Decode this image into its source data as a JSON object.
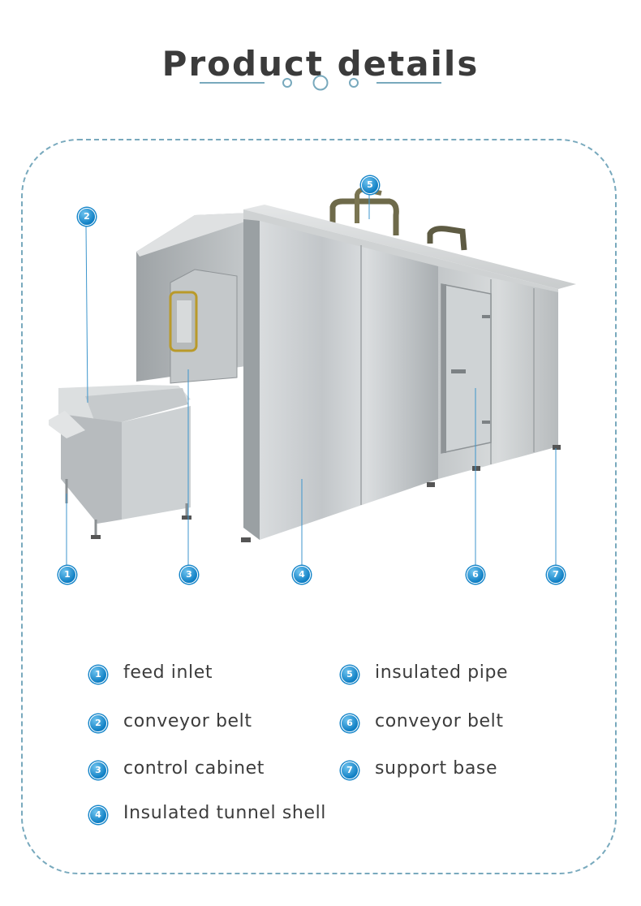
{
  "header": {
    "title": "Product details"
  },
  "callouts": [
    {
      "num": "1"
    },
    {
      "num": "2"
    },
    {
      "num": "3"
    },
    {
      "num": "4"
    },
    {
      "num": "5"
    },
    {
      "num": "6"
    },
    {
      "num": "7"
    }
  ],
  "legend": [
    {
      "num": "1",
      "label": "feed inlet"
    },
    {
      "num": "2",
      "label": "conveyor belt"
    },
    {
      "num": "3",
      "label": "control cabinet"
    },
    {
      "num": "4",
      "label": "Insulated tunnel shell"
    },
    {
      "num": "5",
      "label": "insulated pipe"
    },
    {
      "num": "6",
      "label": "conveyor belt"
    },
    {
      "num": "7",
      "label": "support base"
    }
  ],
  "colors": {
    "accent": "#1585c9",
    "frame": "#78a9bd",
    "steel": "#b8bcbf"
  }
}
